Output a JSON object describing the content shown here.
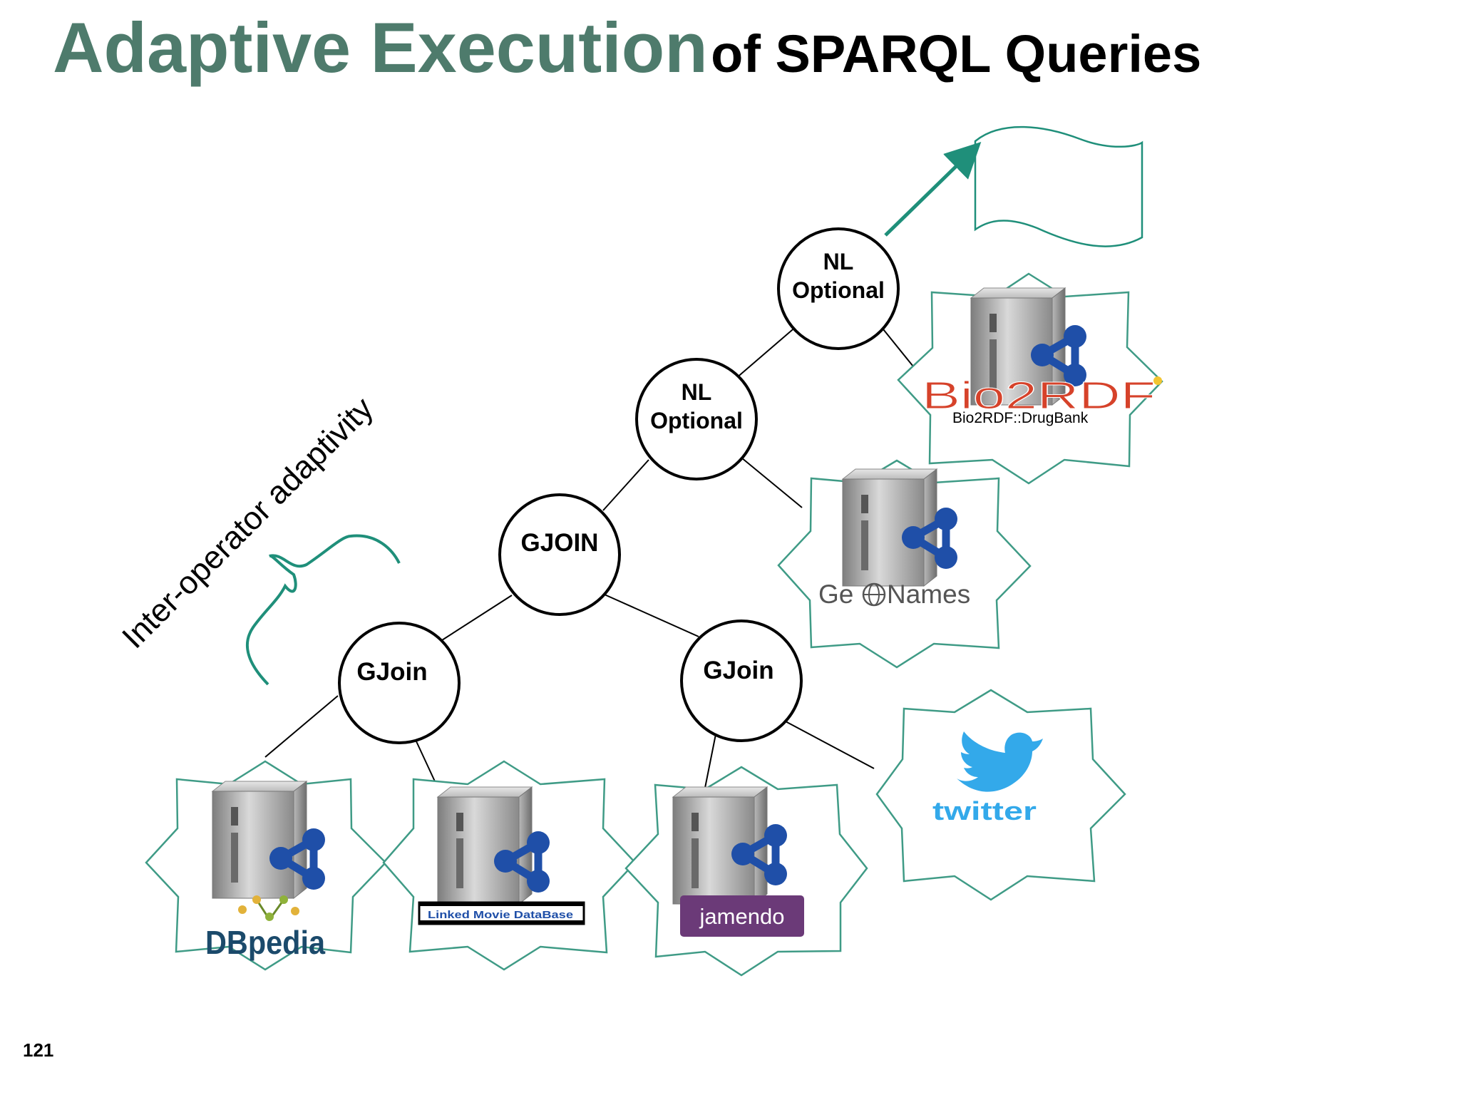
{
  "slide": {
    "title_accent": "Adaptive Execution",
    "title_rest": "of SPARQL Queries",
    "page_number": "121",
    "annotation": "Inter-operator adaptivity"
  },
  "operators": {
    "nl_optional_top": [
      "NL",
      "Optional"
    ],
    "nl_optional_mid": [
      "NL",
      "Optional"
    ],
    "gjoin_root": "GJOIN",
    "gjoin_left": "GJoin",
    "gjoin_right": "GJoin"
  },
  "sources": {
    "bio2rdf": {
      "logo": "Bio2RDF",
      "caption": "Bio2RDF::DrugBank"
    },
    "geonames": {
      "logo_left": "Ge",
      "logo_right": "Names"
    },
    "dbpedia": {
      "logo": "DBpedia"
    },
    "lmdb": {
      "logo": "Linked Movie DataBase"
    },
    "jamendo": {
      "logo": "jamendo"
    },
    "twitter": {
      "logo": "twitter"
    }
  },
  "colors": {
    "accent": "#4e7b6c",
    "teal": "#1f8f7a",
    "star_stroke": "#3f9b86",
    "rdf_blue": "#1f4fa8",
    "jamendo_purple": "#6b3a78",
    "twitter_blue": "#33a9ea",
    "bio2rdf_red": "#d6422a"
  }
}
